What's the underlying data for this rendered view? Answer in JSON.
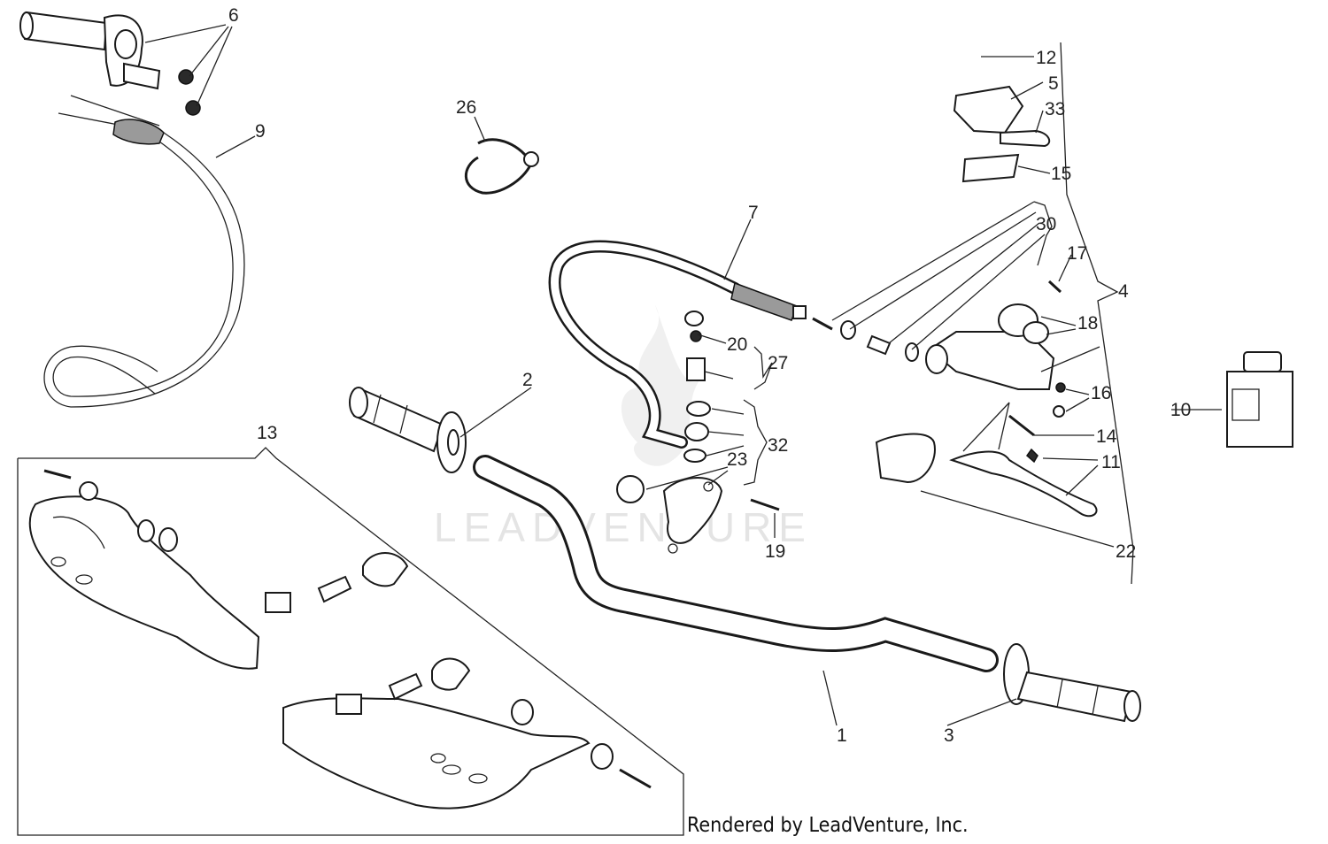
{
  "diagram": {
    "callouts": [
      "1",
      "2",
      "3",
      "4",
      "5",
      "6",
      "7",
      "9",
      "10",
      "11",
      "12",
      "13",
      "14",
      "15",
      "16",
      "17",
      "18",
      "19",
      "20",
      "22",
      "23",
      "26",
      "27",
      "30",
      "32",
      "33"
    ],
    "watermark": "LEADVENTURE",
    "footer": "Rendered by LeadVenture, Inc."
  }
}
